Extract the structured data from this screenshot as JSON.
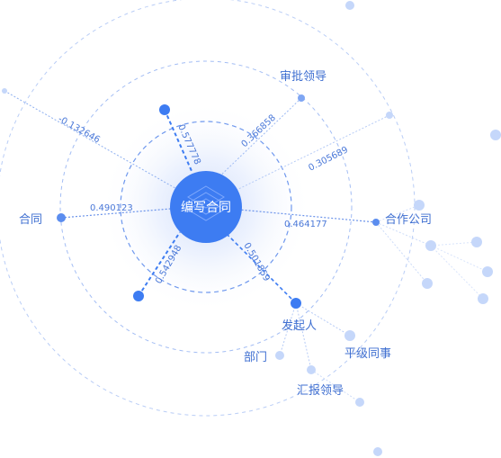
{
  "center": {
    "label": "编写合同"
  },
  "nodes": {
    "approver": {
      "label": "审批领导"
    },
    "contract": {
      "label": "合同"
    },
    "partner": {
      "label": "合作公司"
    },
    "initiator": {
      "label": "发起人"
    },
    "department": {
      "label": "部门"
    },
    "peer": {
      "label": "平级同事"
    },
    "report_leader": {
      "label": "汇报领导"
    }
  },
  "edges": [
    {
      "id": "edge-top-left",
      "weight": "-0.132646"
    },
    {
      "id": "edge-top",
      "weight": "0.577778"
    },
    {
      "id": "edge-approver",
      "weight": "0.366858"
    },
    {
      "id": "edge-upper-right",
      "weight": "0.305689"
    },
    {
      "id": "edge-contract",
      "weight": "0.490123"
    },
    {
      "id": "edge-partner",
      "weight": "0.464177"
    },
    {
      "id": "edge-lower-left",
      "weight": "0.542948"
    },
    {
      "id": "edge-initiator",
      "weight": "0.501859"
    }
  ],
  "colors": {
    "primary": "#3D7CF2",
    "node": "#5B8DEF",
    "light_node": "#C5D7FA",
    "label": "#4A78D8",
    "ring": "#7FA6F3"
  }
}
